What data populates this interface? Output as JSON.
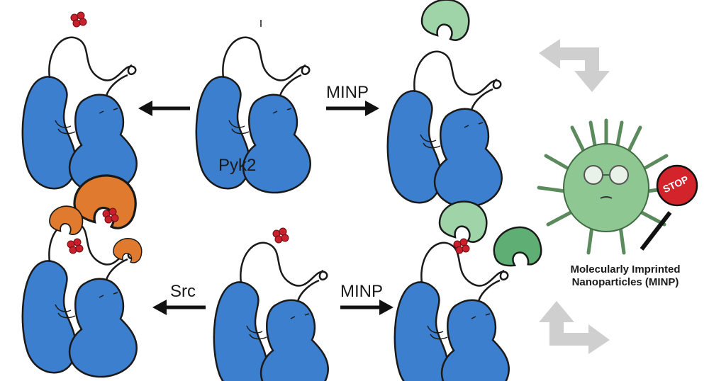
{
  "labels": {
    "pyk2": "Pyk2",
    "minp_top": "MINP",
    "minp_bottom": "MINP",
    "src": "Src",
    "caption_line1": "Molecularly Imprinted",
    "caption_line2": "Nanoparticles (MINP)",
    "stop_sign": "STOP"
  },
  "colors": {
    "protein": "#3d7fcf",
    "minp": "#9fd4a8",
    "minp_dark": "#5fae73",
    "src_kinase": "#e07a2e",
    "phosphate": "#c9202c",
    "cycle_arrows": "#cfcfcf"
  }
}
